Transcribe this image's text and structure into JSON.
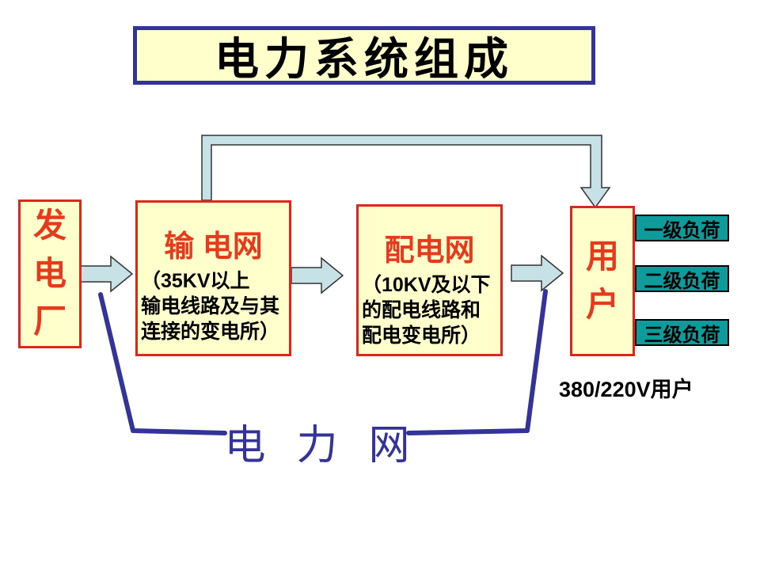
{
  "title": "电力系统组成",
  "nodes": {
    "power_plant": {
      "label": "发电厂"
    },
    "transmission_grid": {
      "title": "输 电网",
      "desc_line1": "（35KV以上",
      "desc_line2": "输电线路及与其",
      "desc_line3": "连接的变电所）"
    },
    "distribution_grid": {
      "title": "配电网",
      "desc_line1": "（10KV及以下",
      "desc_line2": "的配电线路和",
      "desc_line3": "配电变电所）"
    },
    "users": {
      "label": "用户"
    }
  },
  "load_levels": [
    "一级负荷",
    "二级负荷",
    "三级负荷"
  ],
  "annotations": {
    "lv_users": "380/220V用户",
    "power_grid": "电 力 网"
  },
  "colors": {
    "box_fill": "#FFFFCC",
    "box_border_red": "#E0261C",
    "red_text": "#E8391D",
    "navy": "#333399",
    "teal_fill": "#0D9B9B",
    "arrow_fill": "#C6E2E7",
    "arrow_stroke": "#333333"
  }
}
